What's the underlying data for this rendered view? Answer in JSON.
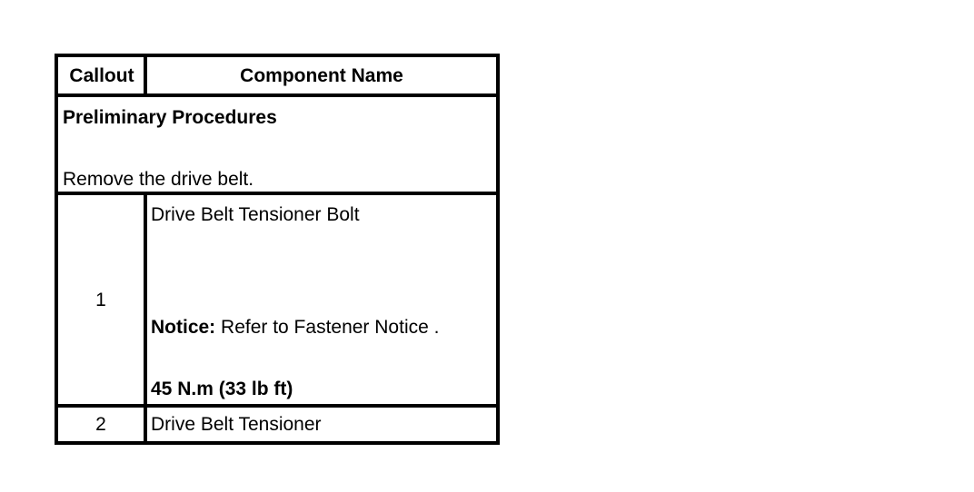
{
  "table": {
    "header": {
      "callout": "Callout",
      "component_name": "Component Name"
    },
    "preliminary": {
      "title": "Preliminary Procedures",
      "text": "Remove the drive belt."
    },
    "rows": [
      {
        "callout": "1",
        "component": "Drive Belt Tensioner Bolt",
        "notice_label": "Notice:",
        "notice_text": " Refer to Fastener Notice .",
        "torque": "45 N.m (33 lb ft)"
      },
      {
        "callout": "2",
        "component": "Drive Belt Tensioner"
      }
    ]
  }
}
